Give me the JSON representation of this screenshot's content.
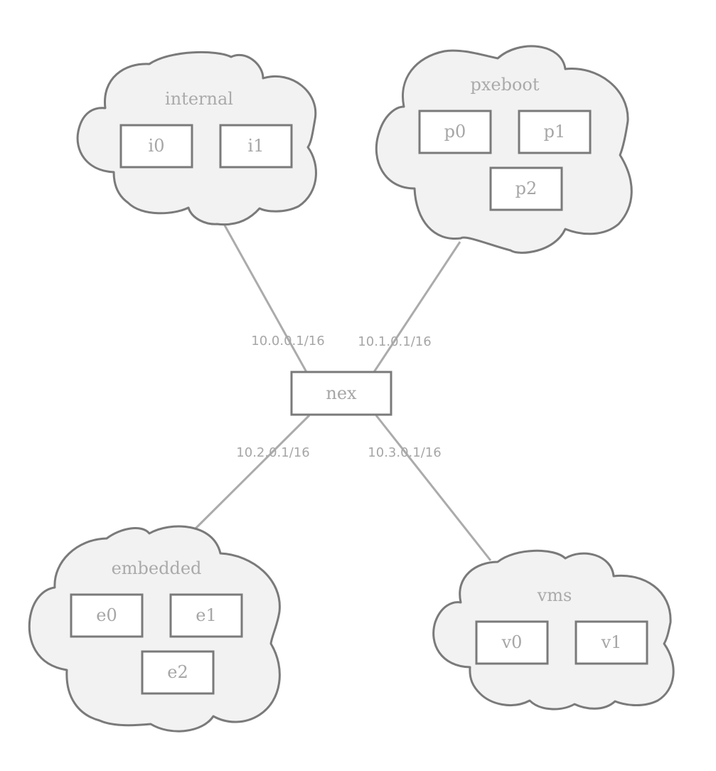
{
  "hub": {
    "label": "nex"
  },
  "links": [
    {
      "to": "internal",
      "label": "10.0.0.1/16"
    },
    {
      "to": "pxeboot",
      "label": "10.1.0.1/16"
    },
    {
      "to": "embedded",
      "label": "10.2.0.1/16"
    },
    {
      "to": "vms",
      "label": "10.3.0.1/16"
    }
  ],
  "clouds": [
    {
      "name": "internal",
      "nodes": [
        "i0",
        "i1"
      ]
    },
    {
      "name": "pxeboot",
      "nodes": [
        "p0",
        "p1",
        "p2"
      ]
    },
    {
      "name": "embedded",
      "nodes": [
        "e0",
        "e1",
        "e2"
      ]
    },
    {
      "name": "vms",
      "nodes": [
        "v0",
        "v1"
      ]
    }
  ],
  "colors": {
    "cloud_fill": "#f2f2f2",
    "outline": "#7a7a7a",
    "link_line": "#ababab",
    "text": "#a6a6a6"
  }
}
